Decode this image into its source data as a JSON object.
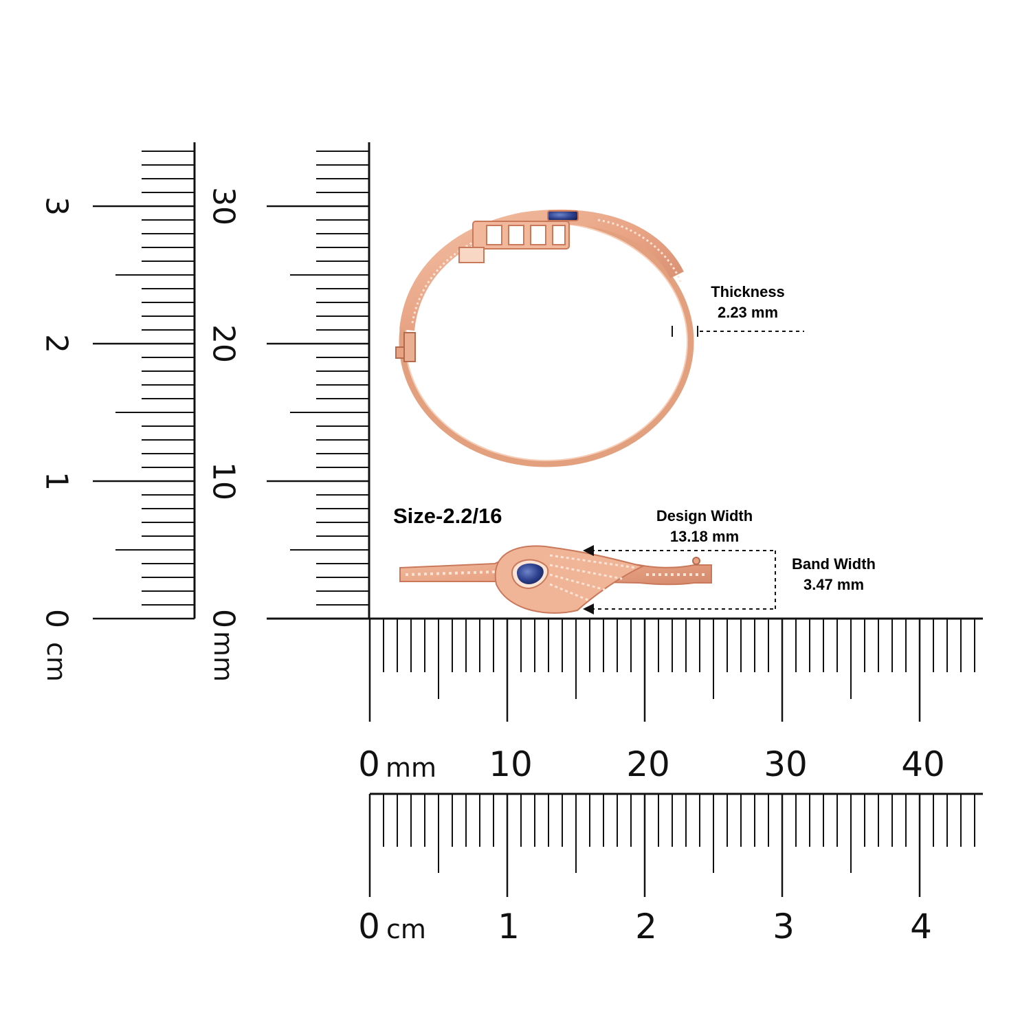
{
  "size_label": "Size-2.2/16",
  "thickness": {
    "title": "Thickness",
    "value": "2.23 mm"
  },
  "design_width": {
    "title": "Design Width",
    "value": "13.18 mm"
  },
  "band_width": {
    "title": "Band Width",
    "value": "3.47 mm"
  },
  "rulers": {
    "vertical_cm": {
      "unit": "cm",
      "labels": [
        "0",
        "1",
        "2",
        "3"
      ]
    },
    "vertical_mm": {
      "unit": "mm",
      "labels": [
        "0",
        "10",
        "20",
        "30"
      ]
    },
    "horizontal_mm": {
      "unit": "mm",
      "labels": [
        "0",
        "10",
        "20",
        "30",
        "40"
      ]
    },
    "horizontal_cm": {
      "unit": "cm",
      "labels": [
        "0",
        "1",
        "2",
        "3",
        "4"
      ]
    }
  },
  "colors": {
    "rose_gold": "#e8a384",
    "rose_gold_dark": "#c9785a",
    "sapphire": "#2b3f8c",
    "ruler": "#111111"
  },
  "icons": [
    "bangle-top-view",
    "bangle-side-view",
    "sapphire-stone",
    "dimension-arrow"
  ]
}
